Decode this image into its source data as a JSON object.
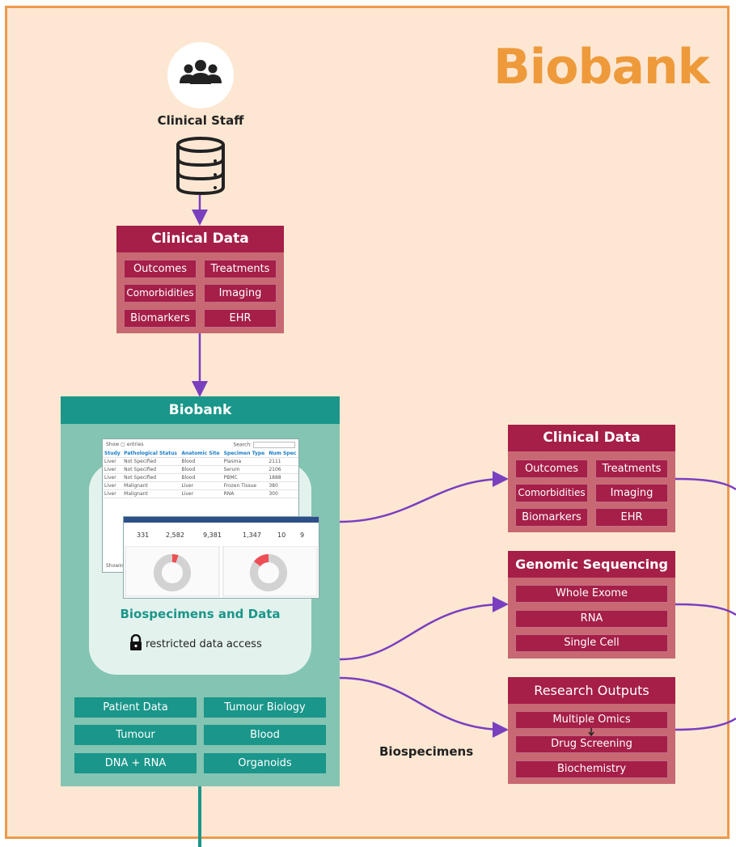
{
  "title": "Biobank",
  "staff": {
    "label": "Clinical Staff",
    "icon": "people-icon"
  },
  "clinical_data": {
    "title": "Clinical Data",
    "items": [
      "Outcomes",
      "Treatments",
      "Comorbidities",
      "Imaging",
      "Biomarkers",
      "EHR"
    ]
  },
  "biobank": {
    "title": "Biobank",
    "inner_label": "Biospecimens and Data",
    "access": "restricted data access",
    "items": [
      "Patient Data",
      "Tumour Biology",
      "Tumour",
      "Blood",
      "DNA + RNA",
      "Organoids"
    ],
    "screenshot_table": {
      "show_text": "Show",
      "entries_text": "entries",
      "search_text": "Search:",
      "headers": [
        "Study",
        "Pathological Status",
        "Anatomic Site",
        "Specimen Type",
        "Num Spec"
      ],
      "rows": [
        [
          "Liver",
          "Not Specified",
          "Blood",
          "Plasma",
          "2111"
        ],
        [
          "Liver",
          "Not Specified",
          "Blood",
          "Serum",
          "2106"
        ],
        [
          "Liver",
          "Not Specified",
          "Blood",
          "PBMC",
          "1888"
        ],
        [
          "Liver",
          "Malignant",
          "Liver",
          "Frozen Tissue",
          "380"
        ],
        [
          "Liver",
          "Malignant",
          "Liver",
          "RNA",
          "300"
        ]
      ],
      "showing_text": "Showing"
    },
    "screenshot_dashboard": {
      "kpis": [
        "331",
        "2,582",
        "9,381",
        "1,347",
        "10",
        "9"
      ]
    }
  },
  "outputs": [
    {
      "title": "Clinical Data",
      "items": [
        "Outcomes",
        "Treatments",
        "Comorbidities",
        "Imaging",
        "Biomarkers",
        "EHR"
      ]
    },
    {
      "title": "Genomic Sequencing",
      "items": [
        "Whole Exome",
        "RNA",
        "Single Cell"
      ]
    },
    {
      "title": "Research Outputs",
      "items": [
        "Multiple Omics",
        "Drug Screening",
        "Biochemistry"
      ]
    }
  ],
  "biospecimens_label": "Biospecimens",
  "colors": {
    "orange": "#ee9a3b",
    "crimson": "#a51f48",
    "rose": "#c86872",
    "teal": "#1a968a",
    "mint": "#84c4b3",
    "purple": "#7a3fbf",
    "bg": "#fde7d3"
  }
}
